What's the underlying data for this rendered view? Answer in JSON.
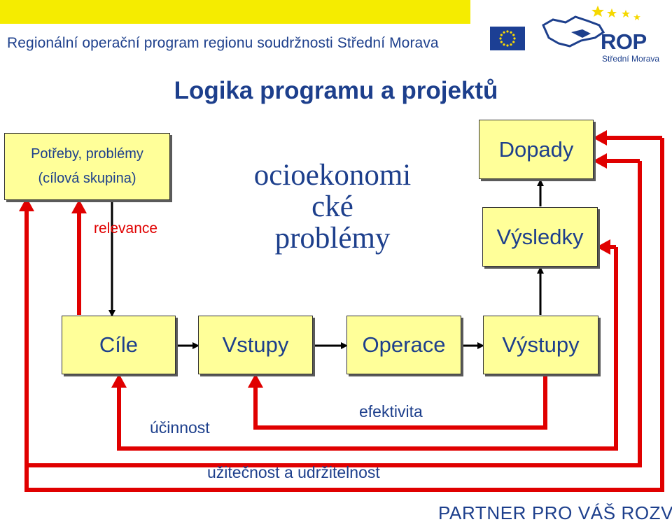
{
  "header": {
    "program_name": "Regionální operační program regionu soudržnosti Střední Morava",
    "logo_text": "ROP",
    "logo_subtitle": "Střední Morava"
  },
  "title": "Logika programu a projektů",
  "boxes": {
    "needs_line1": "Potřeby, problémy",
    "needs_line2": "(cílová skupina)",
    "dopady": "Dopady",
    "vysledky": "Výsledky",
    "cile": "Cíle",
    "vstupy": "Vstupy",
    "operace": "Operace",
    "vystupy": "Výstupy"
  },
  "center_text": {
    "line1": "ocioekonomi",
    "line2": "cké",
    "line3": "problémy"
  },
  "labels": {
    "relevance": "relevance",
    "ucinnost": "účinnost",
    "efektivita": "efektivita",
    "uzitecnost": "užitečnost a udržitelnost"
  },
  "footer": {
    "slogan": "PARTNER PRO VÁŠ ROZVOJ"
  },
  "colors": {
    "text_blue": "#1d3f8c",
    "box_fill": "#ffff99",
    "feedback_red": "#e00000",
    "header_yellow": "#f5ec00",
    "eu_blue": "#1c3f94"
  }
}
